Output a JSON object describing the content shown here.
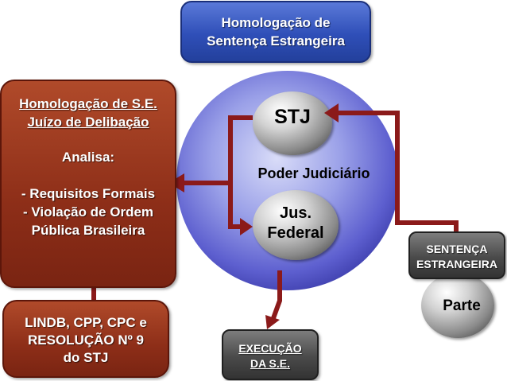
{
  "top_box": {
    "line1": "Homologação de",
    "line2": "Sentença Estrangeira"
  },
  "left_box": {
    "title1": "Homologação de S.E.",
    "title2": "Juízo de Delibação",
    "subtitle": "Analisa:",
    "item1": "- Requisitos Formais",
    "item2": "- Violação de Ordem",
    "item3": "Pública Brasileira"
  },
  "law_box": {
    "line1": "LINDB, CPP, CPC e",
    "line2": "RESOLUÇÃO Nº 9",
    "line3": "do STJ"
  },
  "center": {
    "stj": "STJ",
    "judiciary": "Poder Judiciário",
    "jus1": "Jus.",
    "jus2": "Federal"
  },
  "execution_box": {
    "line1": "EXECUÇÃO",
    "line2": "DA S.E."
  },
  "sentence_box": {
    "line1": "SENTENÇA",
    "line2": "ESTRANGEIRA"
  },
  "party": {
    "label": "Parte"
  },
  "colors": {
    "blue": "#2f4fb8",
    "brown": "#8d2e18",
    "arrow": "#8b1a1a",
    "gray": "#4a4a4a"
  }
}
